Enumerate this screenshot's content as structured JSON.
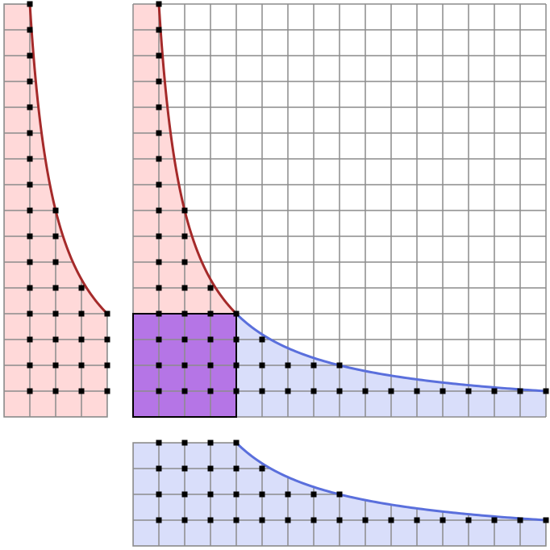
{
  "figure": {
    "description_free": true,
    "n_max": 16,
    "colors": {
      "red_fill": "#ffd9d9",
      "red_curve": "#a52a2a",
      "blue_fill": "#d9defa",
      "blue_curve": "#5a6fdc",
      "overlap_fill": "#b575e6",
      "grid": "#8c8c8c",
      "dot": "#000000"
    }
  },
  "chart_data": {
    "type": "scatter",
    "title": "",
    "xlabel": "",
    "ylabel": "",
    "xlim": [
      0,
      16
    ],
    "ylim": [
      0,
      16
    ],
    "grid": true,
    "hyperbola": "y = 16 / x",
    "series": [
      {
        "points": [
          [
            1,
            16
          ],
          [
            1,
            15
          ],
          [
            1,
            14
          ],
          [
            1,
            13
          ],
          [
            1,
            12
          ],
          [
            1,
            11
          ],
          [
            1,
            10
          ],
          [
            1,
            9
          ],
          [
            1,
            8
          ],
          [
            1,
            7
          ],
          [
            1,
            6
          ],
          [
            1,
            5
          ],
          [
            1,
            4
          ],
          [
            1,
            3
          ],
          [
            1,
            2
          ],
          [
            1,
            1
          ],
          [
            2,
            8
          ],
          [
            2,
            7
          ],
          [
            2,
            6
          ],
          [
            2,
            5
          ],
          [
            2,
            4
          ],
          [
            2,
            3
          ],
          [
            2,
            2
          ],
          [
            2,
            1
          ],
          [
            3,
            5
          ],
          [
            3,
            4
          ],
          [
            3,
            3
          ],
          [
            3,
            2
          ],
          [
            3,
            1
          ],
          [
            4,
            4
          ],
          [
            4,
            3
          ],
          [
            4,
            2
          ],
          [
            4,
            1
          ]
        ]
      },
      {
        "points": [
          [
            1,
            4
          ],
          [
            2,
            4
          ],
          [
            3,
            4
          ],
          [
            4,
            4
          ],
          [
            1,
            3
          ],
          [
            2,
            3
          ],
          [
            3,
            3
          ],
          [
            4,
            3
          ],
          [
            5,
            3
          ],
          [
            1,
            2
          ],
          [
            2,
            2
          ],
          [
            3,
            2
          ],
          [
            4,
            2
          ],
          [
            5,
            2
          ],
          [
            6,
            2
          ],
          [
            7,
            2
          ],
          [
            8,
            2
          ],
          [
            1,
            1
          ],
          [
            2,
            1
          ],
          [
            3,
            1
          ],
          [
            4,
            1
          ],
          [
            5,
            1
          ],
          [
            6,
            1
          ],
          [
            7,
            1
          ],
          [
            8,
            1
          ],
          [
            9,
            1
          ],
          [
            10,
            1
          ],
          [
            11,
            1
          ],
          [
            12,
            1
          ],
          [
            13,
            1
          ],
          [
            14,
            1
          ],
          [
            15,
            1
          ],
          [
            16,
            1
          ]
        ]
      }
    ]
  }
}
